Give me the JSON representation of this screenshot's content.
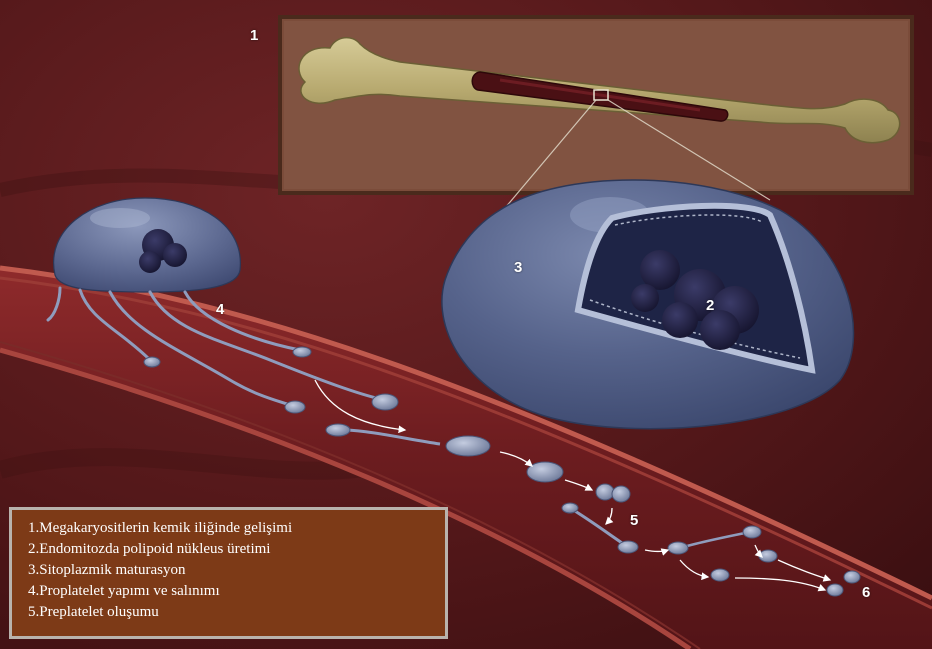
{
  "labels": {
    "bone": "1",
    "nucleus": "2",
    "cell": "3",
    "proplatelet": "4",
    "preplatelet": "5",
    "platelet": "6"
  },
  "legend": {
    "items": [
      "1.Megakaryositlerin kemik iliğinde gelişimi",
      "2.Endomitozda polipoid nükleus üretimi",
      "3.Sitoplazmik maturasyon",
      "4.Proplatelet yapımı ve salınımı",
      "5.Preplatelet oluşumu"
    ]
  },
  "colors": {
    "background": "#5a1a1c",
    "vessel": "#7a1f22",
    "cell_body": "#4f5c82",
    "nucleus": "#1b1a38",
    "bone": "#c2b582",
    "legend_bg": "#7d3a17",
    "legend_border": "#b9b3ad"
  }
}
